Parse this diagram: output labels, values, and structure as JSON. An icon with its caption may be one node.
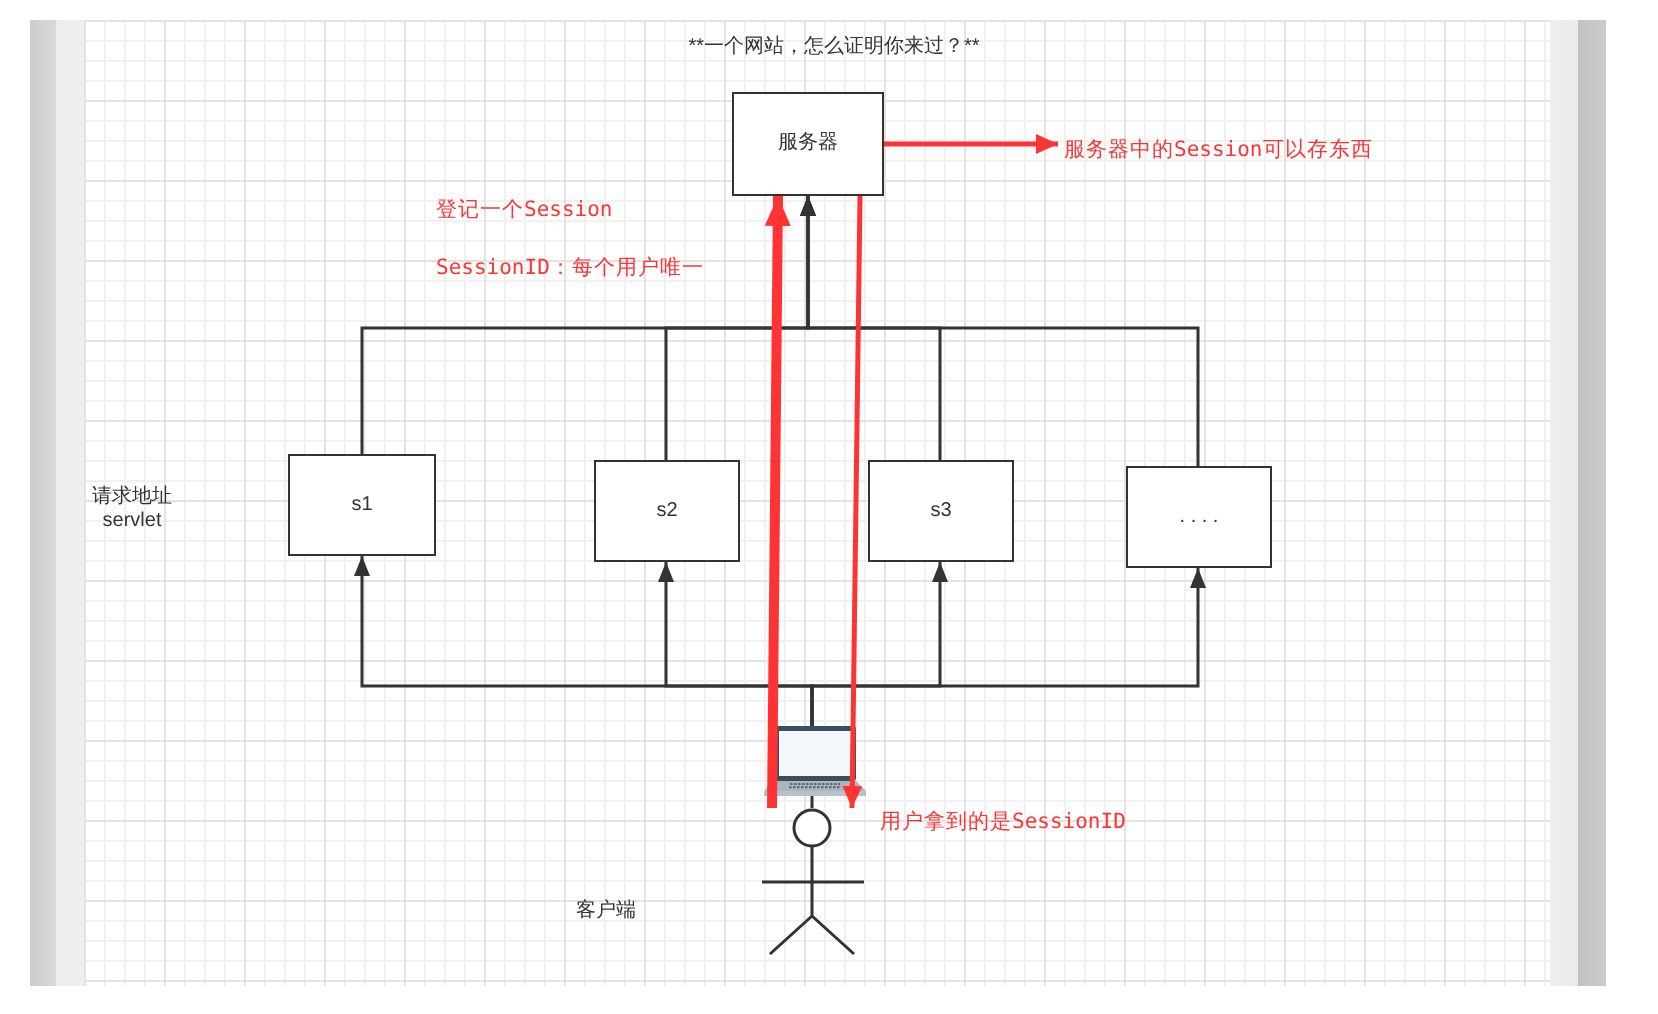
{
  "diagram": {
    "title": "**一个网站，怎么证明你来过？**",
    "nodes": [
      {
        "text": [
          "服务器"
        ]
      },
      {
        "text": [
          "服务器中的Session可以存东西"
        ]
      },
      {
        "text": [
          "s1"
        ]
      },
      {
        "text": [
          "s2"
        ]
      },
      {
        "text": [
          "s3"
        ]
      },
      {
        "text": [
          ". . . ."
        ]
      },
      {
        "text": [],
        "shape": "picture"
      },
      {
        "text": [],
        "shape": "person"
      }
    ],
    "edges": [
      {
        "from": 2,
        "to": 0,
        "arrow": "to"
      },
      {
        "from": 3,
        "to": 0,
        "arrow": "to"
      },
      {
        "from": 4,
        "to": 0,
        "arrow": "to"
      },
      {
        "from": 5,
        "to": 0,
        "arrow": "to"
      },
      {
        "from": 6,
        "to": 2,
        "arrow": "to"
      },
      {
        "from": 6,
        "to": 3,
        "arrow": "to"
      },
      {
        "from": 6,
        "to": 4,
        "arrow": "to"
      },
      {
        "from": 6,
        "to": 5,
        "arrow": "to"
      },
      {
        "from": 7,
        "to": 6,
        "arrow": "none"
      },
      {
        "from": 0,
        "to": 1,
        "arrow": "to",
        "color": "#ff3333"
      },
      {
        "from": 7,
        "to": 0,
        "arrow": "to",
        "style": "thick",
        "color": "#ff3333"
      },
      {
        "from": 0,
        "to": 7,
        "arrow": "to",
        "color": "#ff3333"
      }
    ],
    "labels": [
      "登记一个Session",
      "SessionID：每个用户唯一",
      "请求地址 servlet",
      "用户拿到的是SessionID",
      "客户端"
    ]
  }
}
